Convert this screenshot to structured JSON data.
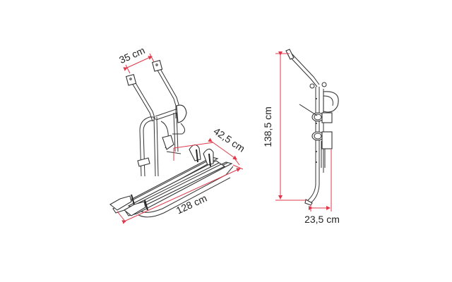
{
  "figure": {
    "type": "technical dimension drawing",
    "subject": "rear-mounted bike carrier rack",
    "colors": {
      "background": "#ffffff",
      "linework": "#333333",
      "dimension_lines": "#e0384a",
      "text": "#222222"
    }
  },
  "views": {
    "perspective": {
      "dimensions": {
        "top_width": "35 cm",
        "rail_width": "42,5 cm",
        "rail_length": "128 cm"
      }
    },
    "side": {
      "dimensions": {
        "height": "138,5 cm",
        "depth": "23,5 cm"
      }
    }
  }
}
